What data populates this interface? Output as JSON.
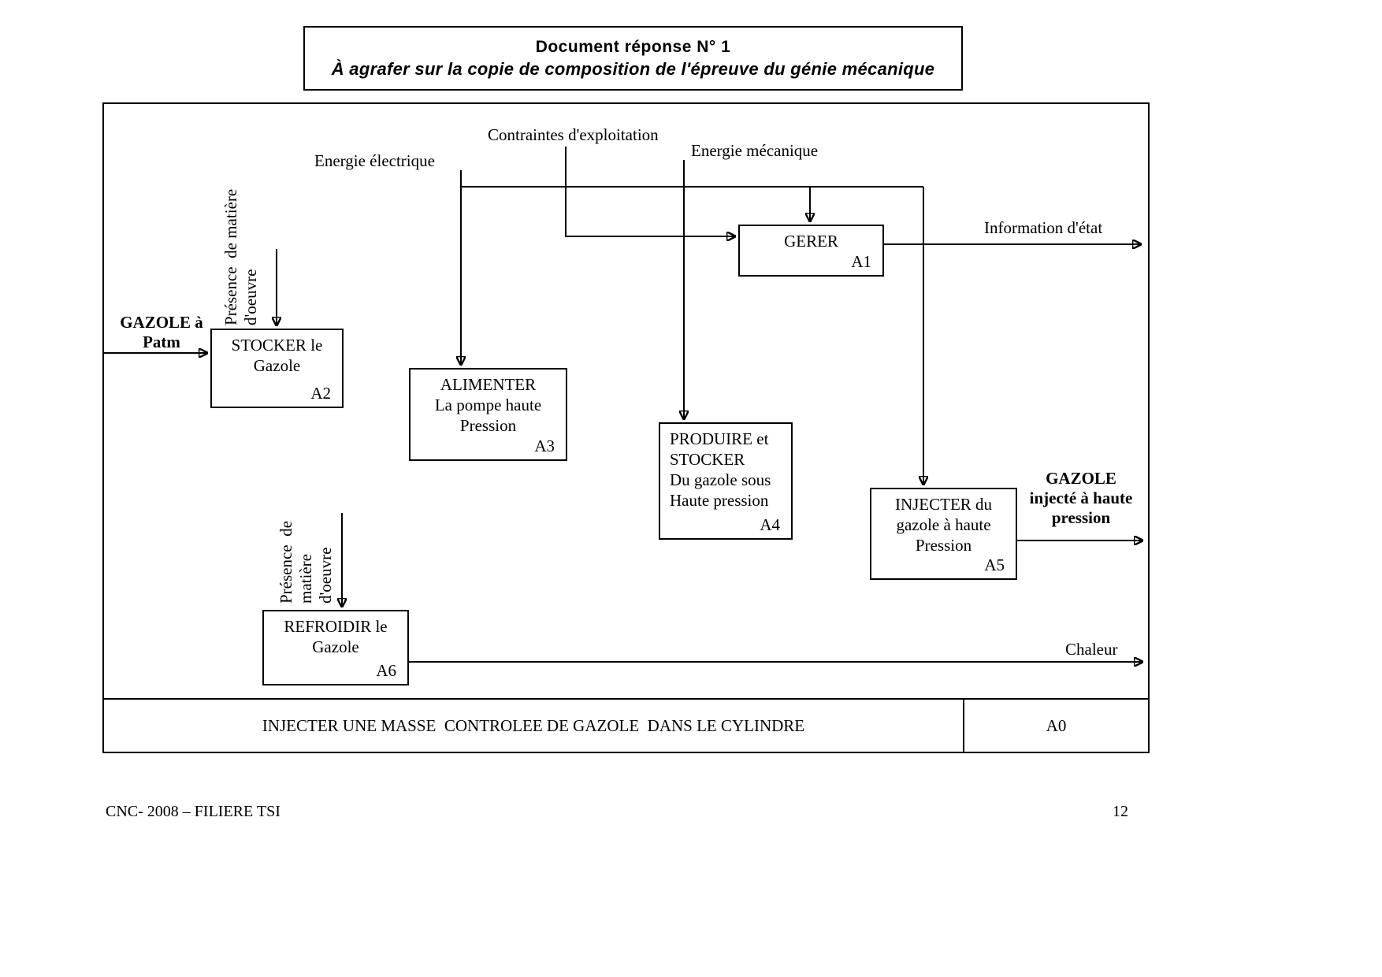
{
  "title_box": {
    "line1": "Document réponse N° 1",
    "line2": "À agrafer sur la copie de composition de l'épreuve du génie mécanique"
  },
  "flows": {
    "contraintes": "Contraintes d'exploitation",
    "energie_electrique": "Energie électrique",
    "energie_mecanique": "Energie mécanique",
    "information_etat": "Information d'état",
    "gazole_patm": "GAZOLE à\nPatm",
    "gazole_injecte": "GAZOLE\ninjecté à haute\npression",
    "chaleur": "Chaleur",
    "presence_matiere_1": "Présence  de matière\nd'oeuvre",
    "presence_matiere_2": "Présence  de\nmatière\nd'oeuvre"
  },
  "boxes": {
    "a1": {
      "label": "GERER",
      "id": "A1"
    },
    "a2": {
      "label": "STOCKER le\nGazole",
      "id": "A2"
    },
    "a3": {
      "label": "ALIMENTER\nLa pompe haute\nPression",
      "id": "A3"
    },
    "a4": {
      "label": "PRODUIRE et\nSTOCKER\nDu gazole sous\nHaute pression",
      "id": "A4"
    },
    "a5": {
      "label": "INJECTER du\ngazole à haute\nPression",
      "id": "A5"
    },
    "a6": {
      "label": "REFROIDIR le\nGazole",
      "id": "A6"
    }
  },
  "bottom_band": {
    "label": "INJECTER UNE MASSE  CONTROLEE DE GAZOLE  DANS LE CYLINDRE",
    "id": "A0"
  },
  "footer": {
    "left": "CNC- 2008 – FILIERE TSI",
    "page": "12"
  }
}
